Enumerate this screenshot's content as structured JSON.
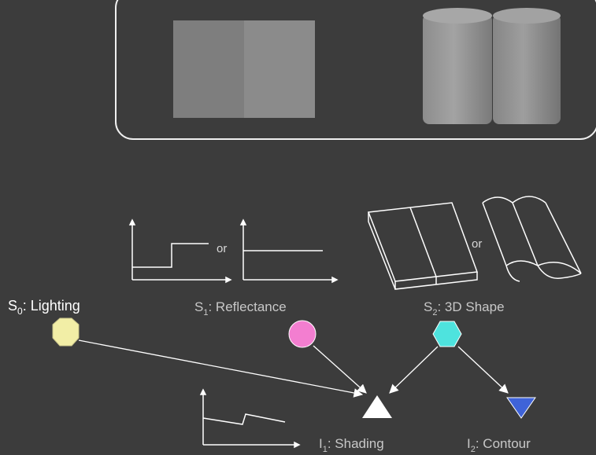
{
  "labels": {
    "lighting": {
      "main": "S",
      "sub": "0",
      "rest": ": Lighting"
    },
    "reflectance": {
      "main": "S",
      "sub": "1",
      "rest": ": Reflectance"
    },
    "shape": {
      "main": "S",
      "sub": "2",
      "rest": ": 3D Shape"
    },
    "shading": {
      "main": "I",
      "sub": "1",
      "rest": ": Shading"
    },
    "contour": {
      "main": "I",
      "sub": "2",
      "rest": ": Contour"
    },
    "or_reflectance": "or",
    "or_shape": "or"
  },
  "colors": {
    "background": "#3c3c3c",
    "lighting_node": "#f2eea6",
    "reflectance_node": "#f37ed0",
    "shape_node": "#4ee3de",
    "shading_node": "#ffffff",
    "contour_node": "#3f63d8",
    "line": "#ffffff",
    "label_dim": "#c8c8c8"
  }
}
